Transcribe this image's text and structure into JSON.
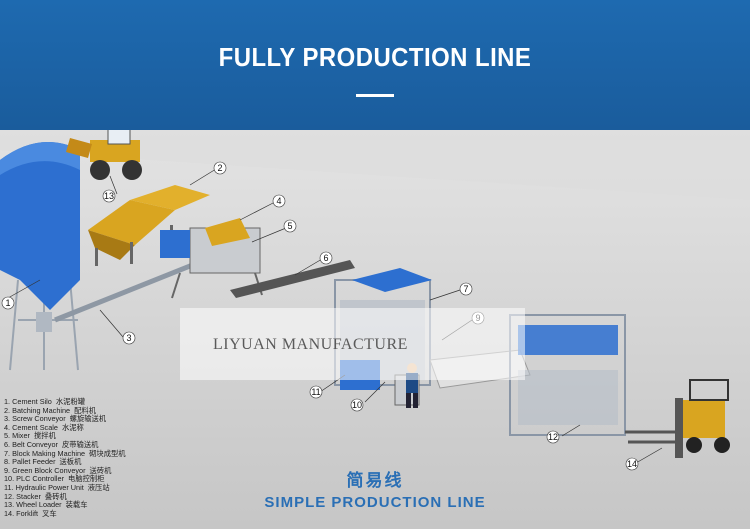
{
  "header": {
    "title": "FULLY PRODUCTION LINE"
  },
  "watermark": "LIYUAN MANUFACTURE",
  "callouts": [
    "1",
    "2",
    "3",
    "4",
    "5",
    "6",
    "7",
    "9",
    "10",
    "11",
    "12",
    "13",
    "14"
  ],
  "legend": [
    {
      "en": "1. Cement  Silo",
      "cn": "水泥粉罐"
    },
    {
      "en": "2. Batching  Machine",
      "cn": "配料机"
    },
    {
      "en": "3. Screw Conveyor",
      "cn": "螺旋输送机"
    },
    {
      "en": "4. Cement Scale",
      "cn": "水泥称"
    },
    {
      "en": "5. Mixer",
      "cn": "搅拌机"
    },
    {
      "en": "6. Belt Conveyor",
      "cn": "皮带输送机"
    },
    {
      "en": "7. Block Making Machine",
      "cn": "砌块成型机"
    },
    {
      "en": "8. Pallet Feeder",
      "cn": "送板机"
    },
    {
      "en": "9. Green Block Conveyor",
      "cn": "送砖机"
    },
    {
      "en": "10. PLC Controller",
      "cn": "电脑控制柜"
    },
    {
      "en": "11. Hydraulic Power Unit",
      "cn": "液压站"
    },
    {
      "en": "12. Stacker",
      "cn": "叠砖机"
    },
    {
      "en": "13. Wheel Loader",
      "cn": "装载车"
    },
    {
      "en": "14. Forklift",
      "cn": "叉车"
    }
  ],
  "footer": {
    "cn": "简易线",
    "en": "SIMPLE PRODUCTION LINE"
  },
  "colors": {
    "header_bg": "#1e6ab0",
    "accent": "#2a6fb5",
    "silo": "#2d6fd0",
    "hopper": "#d9a520",
    "machine_frame": "#8a96a6"
  }
}
